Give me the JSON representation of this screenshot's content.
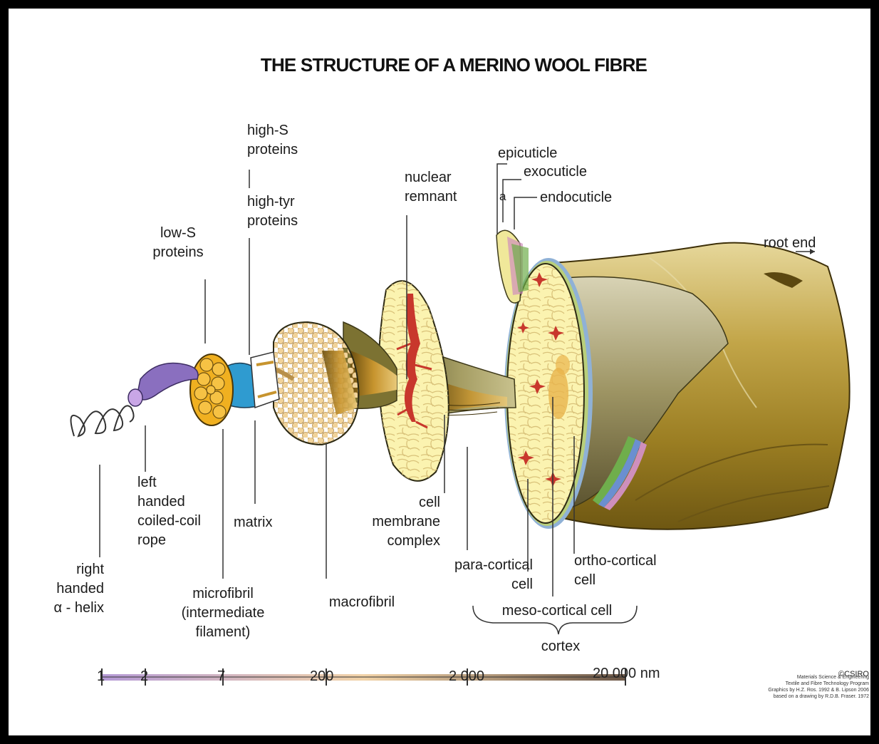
{
  "title": "THE STRUCTURE OF A MERINO WOOL FIBRE",
  "labels": {
    "right_helix": "right\nhanded\nα - helix",
    "left_coil": "left\nhanded\ncoiled-coil\nrope",
    "low_s": "low-S\nproteins",
    "high_s": "high-S\nproteins",
    "high_tyr": "high-tyr\nproteins",
    "matrix": "matrix",
    "microfibril": "microfibril\n(intermediate\nfilament)",
    "macrofibril": "macrofibril",
    "nuclear_remnant": "nuclear\nremnant",
    "cell_membrane": "cell\nmembrane\ncomplex",
    "para_cortical": "para-cortical\ncell",
    "epicuticle": "epicuticle",
    "exocuticle": "exocuticle",
    "a_layer": "a",
    "endocuticle": "endocuticle",
    "ortho_cortical": "ortho-cortical\ncell",
    "meso_cortical": "meso-cortical cell",
    "cortex": "cortex",
    "root_end": "root end"
  },
  "scale": {
    "ticks": [
      "1",
      "2",
      "7",
      "200",
      "2 000",
      "20 000 nm"
    ]
  },
  "credit": {
    "csiro": "©CSIRO",
    "lines": "Materials Science & Engineering\nTextile and Fibre Technology Program\nGraphics by H.Z. Ros. 1992 & B. Lipson 2006\nbased on a drawing by R.D.B. Fraser. 1972"
  },
  "colors": {
    "fibre_gold": "#b79a3c",
    "cortex_yellow": "#fbf3b0",
    "nucleus_red": "#c8372c",
    "helix_purple": "#8a6fbf",
    "matrix_blue": "#2f9bd0",
    "microfibril_orange": "#f0b020"
  }
}
